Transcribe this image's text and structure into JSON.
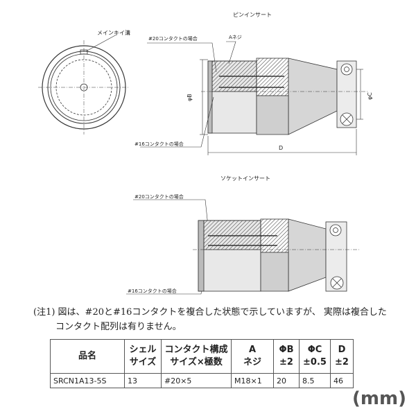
{
  "drawing": {
    "pin_title": "ピンインサート",
    "socket_title": "ソケットインサート",
    "key_label": "メインキイ溝",
    "c20_label": "#20コンタクトの場合",
    "c16_label": "#16コンタクトの場合",
    "a_label": "Aネジ",
    "b_label": "φB",
    "c_label": "φC",
    "d_label": "D"
  },
  "note": {
    "line1": "(注1) 図は、#20と#16コンタクトを複合した状態で示していますが、 実際は複合した",
    "line2": "コンタクト配列は有りません。"
  },
  "table": {
    "headers": [
      {
        "l1": "品名",
        "l2": ""
      },
      {
        "l1": "シェル",
        "l2": "サイズ"
      },
      {
        "l1": "コンタクト構成",
        "l2": "サイズ×極数"
      },
      {
        "l1": "A",
        "l2": "ネジ"
      },
      {
        "l1": "ΦB",
        "l2": "±2"
      },
      {
        "l1": "ΦC",
        "l2": "±0.5"
      },
      {
        "l1": "D",
        "l2": "±2"
      }
    ],
    "row": [
      "SRCN1A13-5S",
      "13",
      "#20×5",
      "M18×1",
      "20",
      "8.5",
      "46"
    ]
  },
  "unit": "(mm)"
}
